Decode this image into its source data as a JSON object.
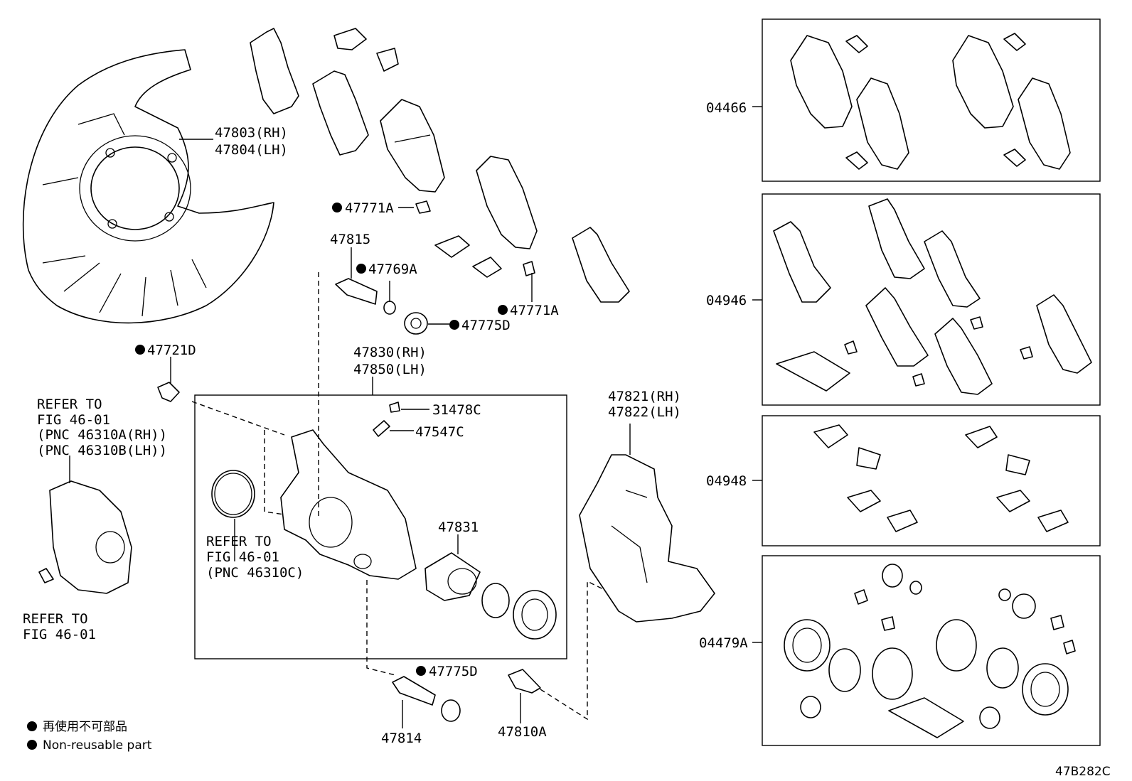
{
  "labels": {
    "p47803": "47803(RH)",
    "p47804": "47804(LH)",
    "p47771a_1": "47771A",
    "p47815": "47815",
    "p47769a": "47769A",
    "p47771a_2": "47771A",
    "p47775d_1": "47775D",
    "p47721d": "47721D",
    "p47830": "47830(RH)",
    "p47850": "47850(LH)",
    "p31478c": "31478C",
    "p47547c": "47547C",
    "p47821": "47821(RH)",
    "p47822": "47822(LH)",
    "p47831": "47831",
    "p47775d_2": "47775D",
    "p47814": "47814",
    "p47810a": "47810A",
    "kit04466": "04466",
    "kit04946": "04946",
    "kit04948": "04948",
    "kit04479a": "04479A"
  },
  "refer_left": {
    "line1": "REFER TO",
    "line2": "FIG 46-01",
    "line3": "(PNC 46310A(RH))",
    "line4": "(PNC 46310B(LH))"
  },
  "refer_mid": {
    "line1": "REFER TO",
    "line2": "FIG 46-01",
    "line3": "(PNC 46310C)"
  },
  "refer_bottom": {
    "line1": "REFER TO",
    "line2": "FIG 46-01"
  },
  "legend": {
    "jp": "再使用不可部品",
    "en": "Non-reusable part"
  },
  "diagram_code": "47B282C"
}
